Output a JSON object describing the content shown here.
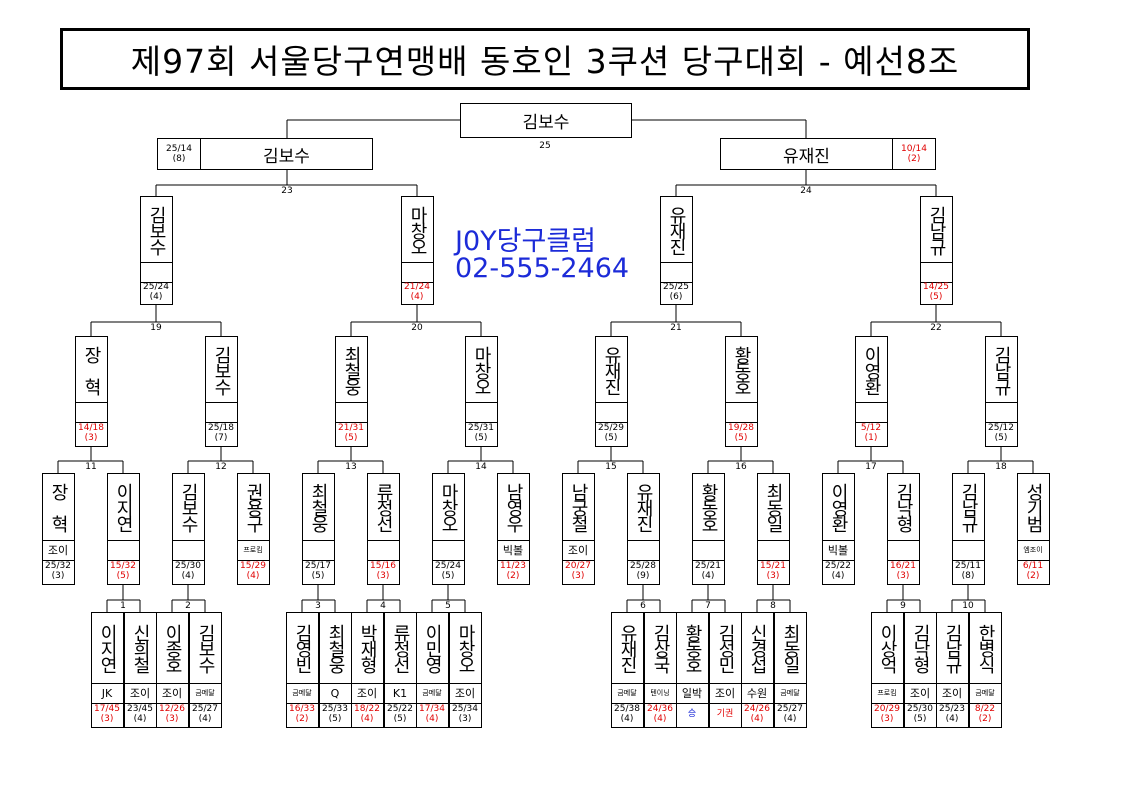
{
  "title": "제97회 서울당구연맹배 동호인 3쿠션 당구대회 - 예선8조",
  "club": {
    "name": "J0Y당구클럽",
    "phone": "02-555-2464"
  },
  "champion": {
    "name": "김보수",
    "match": "25"
  },
  "finalists": [
    {
      "name": "김보수",
      "score": [
        "25/14",
        "(8)"
      ],
      "loss": false
    },
    {
      "name": "유재진",
      "score": [
        "10/14",
        "(2)"
      ],
      "loss": true
    }
  ],
  "semi_matches": [
    "23",
    "24"
  ],
  "semis": [
    {
      "name": "김보수",
      "score": [
        "25/24",
        "(4)"
      ],
      "loss": false
    },
    {
      "name": "마창오",
      "score": [
        "21/24",
        "(4)"
      ],
      "loss": true
    },
    {
      "name": "유재진",
      "score": [
        "25/25",
        "(6)"
      ],
      "loss": false
    },
    {
      "name": "김남규",
      "score": [
        "14/25",
        "(5)"
      ],
      "loss": true
    }
  ],
  "quarter_matches": [
    "19",
    "20",
    "21",
    "22"
  ],
  "quarters": [
    {
      "name": "장　혁",
      "score": [
        "14/18",
        "(3)"
      ],
      "loss": true
    },
    {
      "name": "김보수",
      "score": [
        "25/18",
        "(7)"
      ],
      "loss": false
    },
    {
      "name": "최철웅",
      "score": [
        "21/31",
        "(5)"
      ],
      "loss": true
    },
    {
      "name": "마창오",
      "score": [
        "25/31",
        "(5)"
      ],
      "loss": false
    },
    {
      "name": "유재진",
      "score": [
        "25/29",
        "(5)"
      ],
      "loss": false
    },
    {
      "name": "황동호",
      "score": [
        "19/28",
        "(5)"
      ],
      "loss": true
    },
    {
      "name": "이영환",
      "score": [
        "5/12",
        "(1)"
      ],
      "loss": true
    },
    {
      "name": "김남규",
      "score": [
        "25/12",
        "(5)"
      ],
      "loss": false
    }
  ],
  "r16_matches": [
    "11",
    "12",
    "13",
    "14",
    "15",
    "16",
    "17",
    "18"
  ],
  "r16": [
    {
      "name": "장　혁",
      "club": "조이",
      "score": [
        "25/32",
        "(3)"
      ],
      "loss": false
    },
    {
      "name": "이지연",
      "club": "",
      "score": [
        "15/32",
        "(5)"
      ],
      "loss": true
    },
    {
      "name": "김보수",
      "club": "",
      "score": [
        "25/30",
        "(4)"
      ],
      "loss": false
    },
    {
      "name": "권용구",
      "club": "프로킴",
      "score": [
        "15/29",
        "(4)"
      ],
      "loss": true
    },
    {
      "name": "최철웅",
      "club": "",
      "score": [
        "25/17",
        "(5)"
      ],
      "loss": false
    },
    {
      "name": "류정선",
      "club": "",
      "score": [
        "15/16",
        "(3)"
      ],
      "loss": true
    },
    {
      "name": "마창오",
      "club": "",
      "score": [
        "25/24",
        "(5)"
      ],
      "loss": false
    },
    {
      "name": "남영우",
      "club": "빅볼",
      "score": [
        "11/23",
        "(2)"
      ],
      "loss": true
    },
    {
      "name": "남궁철",
      "club": "조이",
      "score": [
        "20/27",
        "(3)"
      ],
      "loss": true
    },
    {
      "name": "유재진",
      "club": "",
      "score": [
        "25/28",
        "(9)"
      ],
      "loss": false
    },
    {
      "name": "황동호",
      "club": "",
      "score": [
        "25/21",
        "(4)"
      ],
      "loss": false
    },
    {
      "name": "최동일",
      "club": "",
      "score": [
        "15/21",
        "(3)"
      ],
      "loss": true
    },
    {
      "name": "이영환",
      "club": "빅볼",
      "score": [
        "25/22",
        "(4)"
      ],
      "loss": false
    },
    {
      "name": "김낙형",
      "club": "",
      "score": [
        "16/21",
        "(3)"
      ],
      "loss": true
    },
    {
      "name": "김남규",
      "club": "",
      "score": [
        "25/11",
        "(8)"
      ],
      "loss": false
    },
    {
      "name": "성기범",
      "club": "엠조이",
      "score": [
        "6/11",
        "(2)"
      ],
      "loss": true
    }
  ],
  "first_matches": [
    "1",
    "2",
    "3",
    "4",
    "5",
    "6",
    "7",
    "8",
    "9",
    "10"
  ],
  "first": [
    {
      "name": "이지연",
      "club": "JK",
      "score": [
        "17/45",
        "(3)"
      ],
      "loss": true
    },
    {
      "name": "신희철",
      "club": "조이",
      "score": [
        "23/45",
        "(4)"
      ],
      "loss": false
    },
    {
      "name": "이종호",
      "club": "조이",
      "score": [
        "12/26",
        "(3)"
      ],
      "loss": true
    },
    {
      "name": "김보수",
      "club": "금메달",
      "score": [
        "25/27",
        "(4)"
      ],
      "loss": false
    },
    {
      "name": "김영빈",
      "club": "금메달",
      "score": [
        "16/33",
        "(2)"
      ],
      "loss": true
    },
    {
      "name": "최철웅",
      "club": "Q",
      "score": [
        "25/33",
        "(5)"
      ],
      "loss": false
    },
    {
      "name": "박재형",
      "club": "조이",
      "score": [
        "18/22",
        "(4)"
      ],
      "loss": true
    },
    {
      "name": "류정선",
      "club": "K1",
      "score": [
        "25/22",
        "(5)"
      ],
      "loss": false
    },
    {
      "name": "이민영",
      "club": "금메달",
      "score": [
        "17/34",
        "(4)"
      ],
      "loss": true
    },
    {
      "name": "마창오",
      "club": "조이",
      "score": [
        "25/34",
        "(3)"
      ],
      "loss": false
    },
    {
      "name": "유재진",
      "club": "금메달",
      "score": [
        "25/38",
        "(4)"
      ],
      "loss": false
    },
    {
      "name": "김상국",
      "club": "텐이닝",
      "score": [
        "24/36",
        "(4)"
      ],
      "loss": true
    },
    {
      "name": "황동호",
      "club": "일박",
      "score": [
        "승"
      ],
      "loss": false,
      "blue": true
    },
    {
      "name": "김성민",
      "club": "조이",
      "score": [
        "기권"
      ],
      "loss": true
    },
    {
      "name": "신경섭",
      "club": "수원",
      "score": [
        "24/26",
        "(4)"
      ],
      "loss": true
    },
    {
      "name": "최동일",
      "club": "금메달",
      "score": [
        "25/27",
        "(4)"
      ],
      "loss": false
    },
    {
      "name": "이상억",
      "club": "프로킴",
      "score": [
        "20/29",
        "(3)"
      ],
      "loss": true
    },
    {
      "name": "김낙형",
      "club": "조이",
      "score": [
        "25/30",
        "(5)"
      ],
      "loss": false
    },
    {
      "name": "김남규",
      "club": "조이",
      "score": [
        "25/23",
        "(4)"
      ],
      "loss": false
    },
    {
      "name": "한병식",
      "club": "금메달",
      "score": [
        "8/22",
        "(2)"
      ],
      "loss": true
    }
  ]
}
